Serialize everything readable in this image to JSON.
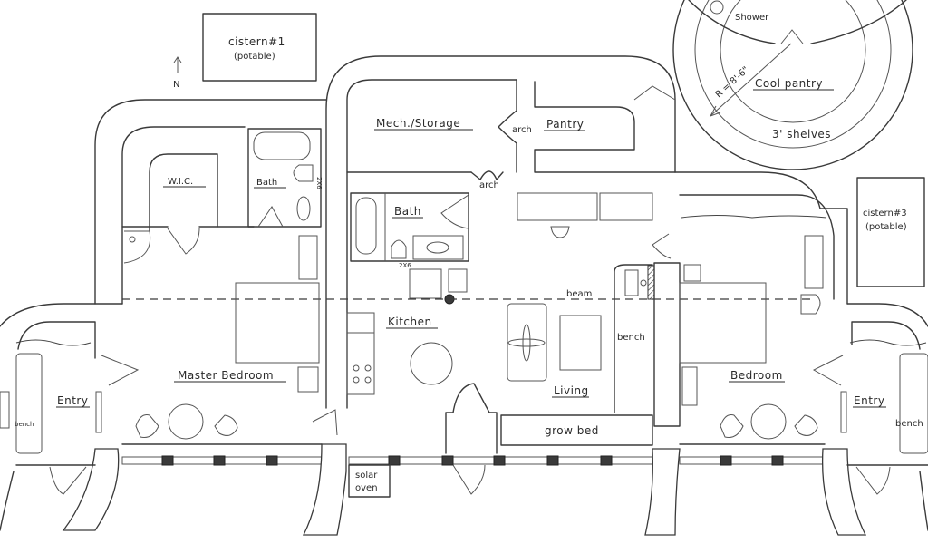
{
  "plan": {
    "title": "Earthship floor plan",
    "compass": {
      "arrow": "↑",
      "label": "N"
    },
    "cisterns": [
      {
        "name": "cistern#1",
        "note": "(potable)"
      },
      {
        "name": "cistern#3",
        "note": "(potable)"
      }
    ],
    "rooms": {
      "wic": "W.I.C.",
      "bath_master": "Bath",
      "bath_center": "Bath",
      "mech_storage": "Mech./Storage",
      "pantry": "Pantry",
      "arch_top": "arch",
      "arch_bottom": "arch",
      "cool_pantry": "Cool pantry",
      "shelves": "3' shelves",
      "radius": "R = 8'-6\"",
      "shower": "Shower",
      "kitchen": "Kitchen",
      "living": "Living",
      "master_bedroom": "Master Bedroom",
      "bedroom": "Bedroom",
      "entry_left": "Entry",
      "entry_right": "Entry",
      "bench_left": "bench",
      "bench_right": "bench",
      "bench_living": "bench",
      "grow_bed": "grow bed",
      "solar_oven_1": "solar",
      "solar_oven_2": "oven",
      "beam": "beam",
      "wall_note_1": "2X6",
      "wall_note_2": "2X6"
    }
  }
}
